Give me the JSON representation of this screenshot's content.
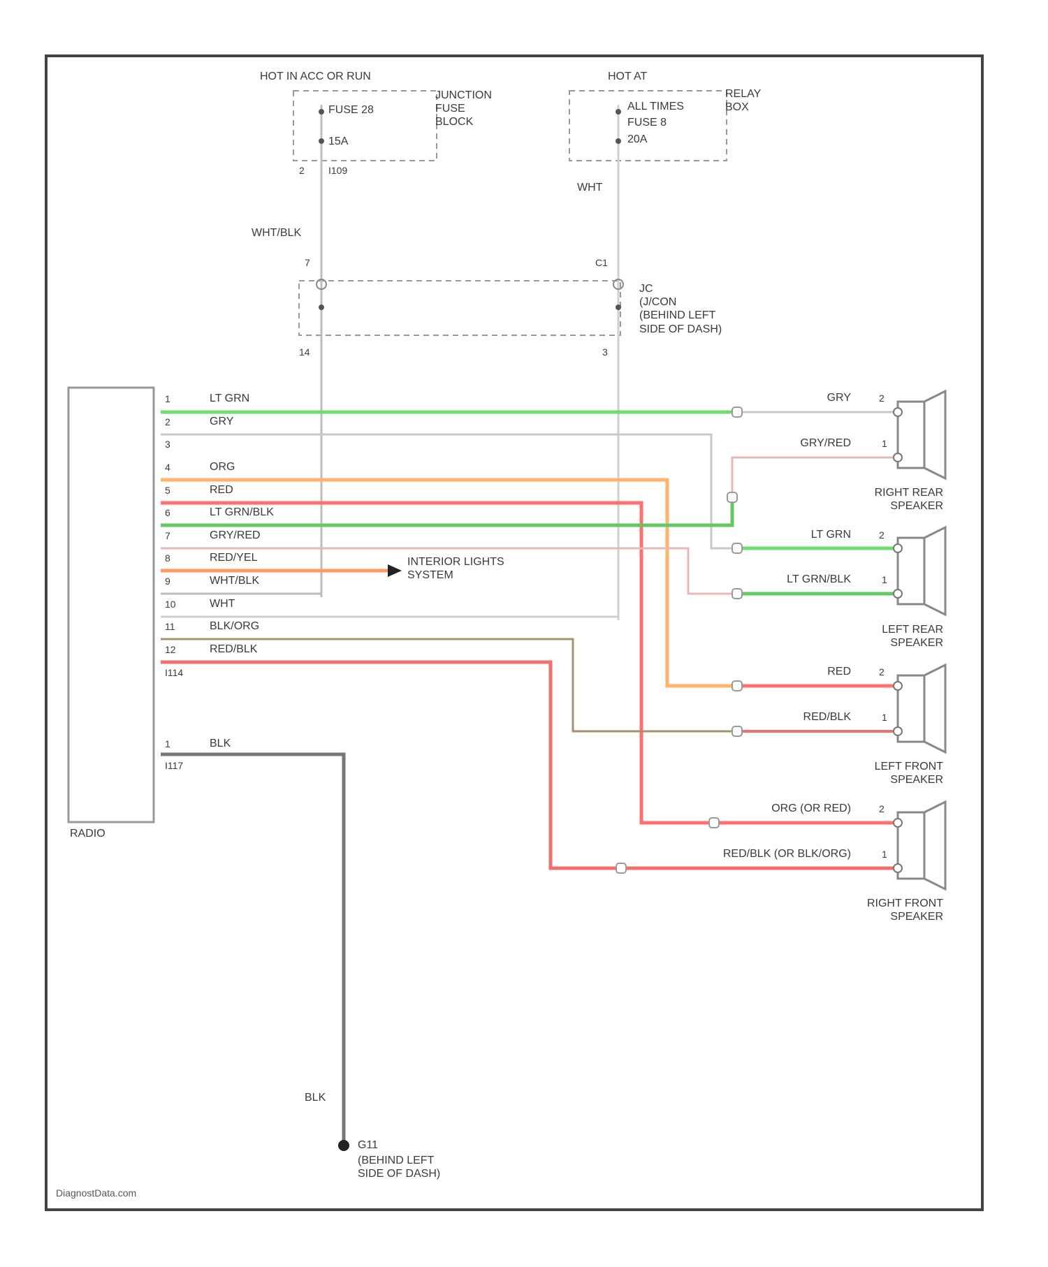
{
  "power": {
    "hot_left": "HOT IN ACC OR RUN",
    "hot_right": "HOT AT",
    "fuse_left": "FUSE 28",
    "fuse_left_amp": "15A",
    "junction_block": "JUNCTION\nFUSE\nBLOCK",
    "fuse_right_1": "ALL TIMES",
    "fuse_right_2": "FUSE 8",
    "fuse_right_3": "20A",
    "relay_box": "RELAY\nBOX",
    "pin_left": "2",
    "conn_left": "I109",
    "wire_left": "WHT/BLK",
    "wire_right": "WHT"
  },
  "jc": {
    "pin_top_left": "7",
    "pin_top_right": "C1",
    "label": "JC\n(J/CON\n(BEHIND LEFT\nSIDE OF DASH)",
    "pin_bot_left": "14",
    "pin_bot_right": "3"
  },
  "radio": {
    "label": "RADIO",
    "connector_main": "I114",
    "connector_ground": "I117",
    "ground_pin": "1",
    "ground_wire": "BLK",
    "pins": [
      {
        "num": "1",
        "wire": "LT GRN",
        "color": "#6fdc6f"
      },
      {
        "num": "2",
        "wire": "GRY",
        "color": "#c8c8c8"
      },
      {
        "num": "3",
        "wire": "",
        "color": ""
      },
      {
        "num": "4",
        "wire": "ORG",
        "color": "#ffb36b"
      },
      {
        "num": "5",
        "wire": "RED",
        "color": "#ff6f6f"
      },
      {
        "num": "6",
        "wire": "LT GRN/BLK",
        "color": "#62c962"
      },
      {
        "num": "7",
        "wire": "GRY/RED",
        "color": "#e8b8b8"
      },
      {
        "num": "8",
        "wire": "RED/YEL",
        "color": "#ff9a66"
      },
      {
        "num": "9",
        "wire": "WHT/BLK",
        "color": "#c8c8c8"
      },
      {
        "num": "10",
        "wire": "WHT",
        "color": "#d4d4d4"
      },
      {
        "num": "11",
        "wire": "BLK/ORG",
        "color": "#a89070"
      },
      {
        "num": "12",
        "wire": "RED/BLK",
        "color": "#f07070"
      }
    ]
  },
  "interior_lights": "INTERIOR LIGHTS\nSYSTEM",
  "speakers": [
    {
      "name": "RIGHT REAR\nSPEAKER",
      "pin2_wire": "GRY",
      "pin1_wire": "GRY/RED",
      "pin2": "2",
      "pin1": "1"
    },
    {
      "name": "LEFT REAR\nSPEAKER",
      "pin2_wire": "LT GRN",
      "pin1_wire": "LT GRN/BLK",
      "pin2": "2",
      "pin1": "1"
    },
    {
      "name": "LEFT FRONT\nSPEAKER",
      "pin2_wire": "RED",
      "pin1_wire": "RED/BLK",
      "pin2": "2",
      "pin1": "1"
    },
    {
      "name": "RIGHT FRONT\nSPEAKER",
      "pin2_wire": "ORG (OR RED)",
      "pin1_wire": "RED/BLK (OR BLK/ORG)",
      "pin2": "2",
      "pin1": "1"
    }
  ],
  "ground": {
    "wire": "BLK",
    "id": "G11",
    "location": "(BEHIND LEFT\nSIDE OF DASH)"
  },
  "watermark": "DiagnostData.com"
}
